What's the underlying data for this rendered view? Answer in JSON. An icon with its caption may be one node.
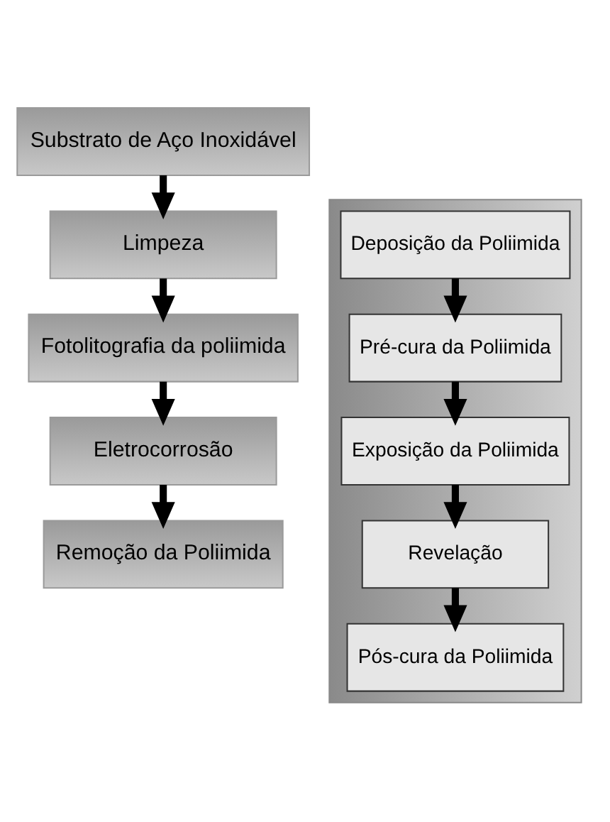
{
  "diagram": {
    "nodes": [
      {
        "text": [
          "Substrato de Aço Inoxidável"
        ]
      },
      {
        "text": [
          "Limpeza"
        ]
      },
      {
        "text": [
          "Fotolitografia da poliimida"
        ]
      },
      {
        "text": [
          "Eletrocorrosão"
        ]
      },
      {
        "text": [
          "Remoção da Poliimida"
        ]
      },
      {
        "text": [],
        "shape": "box"
      },
      {
        "text": [
          "Deposição da Poliimida"
        ],
        "in": 5
      },
      {
        "text": [
          "Pré-cura da Poliimida"
        ],
        "in": 5
      },
      {
        "text": [
          "Exposição da Poliimida"
        ],
        "in": 5
      },
      {
        "text": [
          "Revelação"
        ],
        "in": 5
      },
      {
        "text": [
          "Pós-cura da Poliimida"
        ],
        "in": 5
      }
    ],
    "edges": [
      {
        "from": 0,
        "to": 1,
        "arrow": "to"
      },
      {
        "from": 1,
        "to": 2,
        "arrow": "to"
      },
      {
        "from": 2,
        "to": 3,
        "arrow": "to"
      },
      {
        "from": 3,
        "to": 4,
        "arrow": "to"
      },
      {
        "from": 6,
        "to": 7,
        "arrow": "to"
      },
      {
        "from": 7,
        "to": 8,
        "arrow": "to"
      },
      {
        "from": 8,
        "to": 9,
        "arrow": "to"
      },
      {
        "from": 9,
        "to": 10,
        "arrow": "to"
      }
    ]
  }
}
